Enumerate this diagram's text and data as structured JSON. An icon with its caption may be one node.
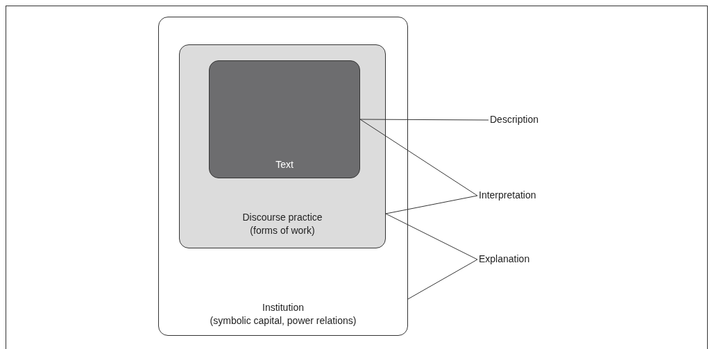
{
  "diagram": {
    "nodes": [
      {
        "text": [
          "Institution",
          "(symbolic capital, power relations)"
        ]
      },
      {
        "text": [
          "Discourse practice",
          "(forms of work)"
        ],
        "in": 0
      },
      {
        "text": [
          "Text"
        ],
        "in": 1
      },
      {
        "text": [
          "Description"
        ]
      },
      {
        "text": [
          "Interpretation"
        ]
      },
      {
        "text": [
          "Explanation"
        ]
      }
    ],
    "edges": [
      {
        "from": 3,
        "to": 2,
        "arrow": "none"
      },
      {
        "from": 4,
        "to": 2,
        "arrow": "none"
      },
      {
        "from": 4,
        "to": 1,
        "arrow": "none"
      },
      {
        "from": 5,
        "to": 1,
        "arrow": "none"
      },
      {
        "from": 5,
        "to": 0,
        "arrow": "none"
      }
    ]
  }
}
